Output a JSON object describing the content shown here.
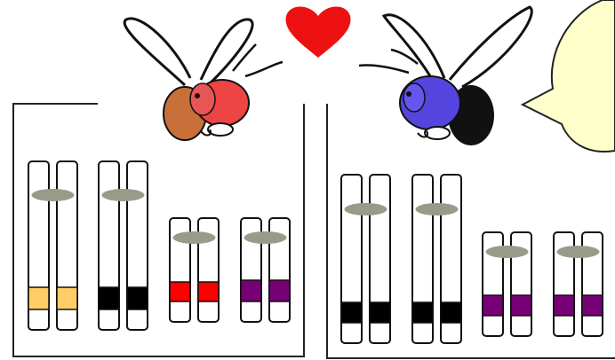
{
  "colors": {
    "heart": "#ee1111",
    "bubble_fill": "#ffffcc",
    "centromere": "#9a9a8a",
    "red_eye": "#ee4444",
    "blue_eye": "#5544dd",
    "orange_body": "#c8703a",
    "black_body": "#111111"
  },
  "icons": {
    "heart": "heart-icon",
    "bubble": "speech-bubble-icon",
    "fly_left": "fly-red-eyed-icon",
    "fly_right": "fly-blue-eyed-icon"
  },
  "left_karyotype": {
    "chromosome_pairs": [
      {
        "pair": "large-1",
        "band_color": "#ffcc66"
      },
      {
        "pair": "large-2",
        "band_color": "#000000"
      },
      {
        "pair": "small-1",
        "band_color": "#ff0000"
      },
      {
        "pair": "small-2",
        "band_color": "#770077"
      }
    ]
  },
  "right_karyotype": {
    "chromosome_pairs": [
      {
        "pair": "large-1",
        "band_color": "#000000"
      },
      {
        "pair": "large-2",
        "band_color": "#000000"
      },
      {
        "pair": "small-1",
        "band_color": "#770077"
      },
      {
        "pair": "small-2",
        "band_color": "#770077"
      }
    ]
  }
}
